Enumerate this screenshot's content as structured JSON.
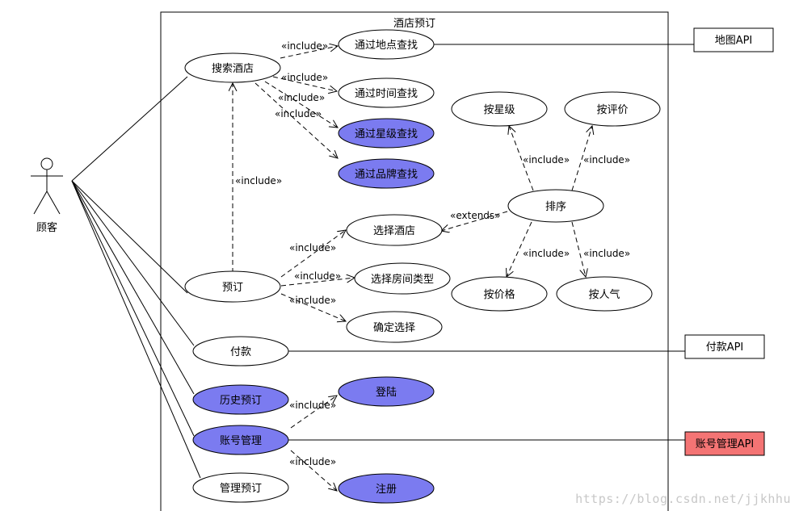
{
  "system": {
    "title": "酒店预订"
  },
  "actor": {
    "name": "顾客"
  },
  "external_systems": {
    "map_api": {
      "label": "地图API",
      "color": "#ffffff"
    },
    "payment_api": {
      "label": "付款API",
      "color": "#ffffff"
    },
    "account_api": {
      "label": "账号管理API",
      "color": "#f47474"
    }
  },
  "use_cases": {
    "search_hotel": {
      "label": "搜索酒店",
      "color": "#ffffff"
    },
    "by_location": {
      "label": "通过地点查找",
      "color": "#ffffff"
    },
    "by_time": {
      "label": "通过时间查找",
      "color": "#ffffff"
    },
    "by_star": {
      "label": "通过星级查找",
      "color": "#7b7bf0"
    },
    "by_brand": {
      "label": "通过品牌查找",
      "color": "#7b7bf0"
    },
    "sort_star": {
      "label": "按星级",
      "color": "#ffffff"
    },
    "sort_rating": {
      "label": "按评价",
      "color": "#ffffff"
    },
    "sort": {
      "label": "排序",
      "color": "#ffffff"
    },
    "choose_hotel": {
      "label": "选择酒店",
      "color": "#ffffff"
    },
    "choose_room": {
      "label": "选择房间类型",
      "color": "#ffffff"
    },
    "confirm": {
      "label": "确定选择",
      "color": "#ffffff"
    },
    "sort_price": {
      "label": "按价格",
      "color": "#ffffff"
    },
    "sort_popularity": {
      "label": "按人气",
      "color": "#ffffff"
    },
    "book": {
      "label": "预订",
      "color": "#ffffff"
    },
    "pay": {
      "label": "付款",
      "color": "#ffffff"
    },
    "history": {
      "label": "历史预订",
      "color": "#7b7bf0"
    },
    "account": {
      "label": "账号管理",
      "color": "#7b7bf0"
    },
    "manage_booking": {
      "label": "管理预订",
      "color": "#ffffff"
    },
    "login": {
      "label": "登陆",
      "color": "#7b7bf0"
    },
    "register": {
      "label": "注册",
      "color": "#7b7bf0"
    }
  },
  "relations": {
    "include_label": "«include»",
    "extends_label": "«extends»"
  },
  "watermark": "https://blog.csdn.net/jjkhhu"
}
